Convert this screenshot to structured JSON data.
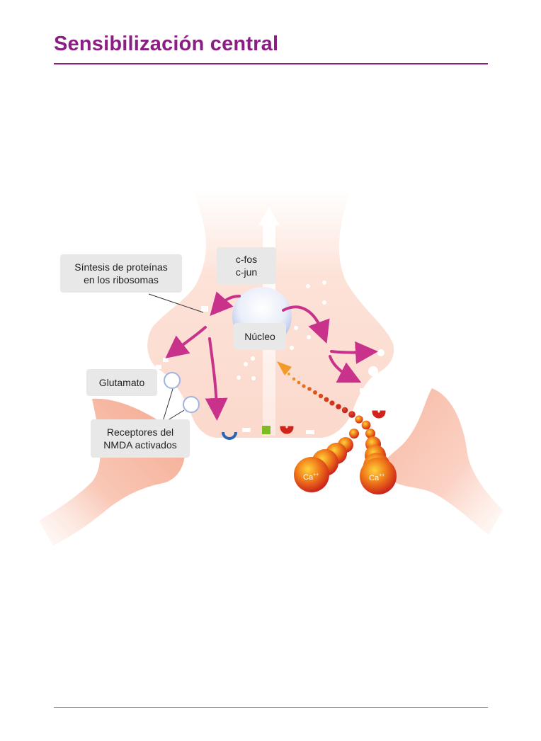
{
  "title": "Sensibilización central",
  "labels": {
    "protein_synthesis": "Síntesis de proteínas\nen los ribosomas",
    "genes": "c-fos\nc-jun",
    "nucleus": "Núcleo",
    "glutamate": "Glutamato",
    "nmda_receptors": "Receptores del\nNMDA activados"
  },
  "calcium_ion": "Ca",
  "calcium_charge": "++",
  "colors": {
    "title": "#8b1e83",
    "arrow": "#c8328a",
    "cell": "#fbd9cc",
    "calcium": "#d2231b"
  }
}
